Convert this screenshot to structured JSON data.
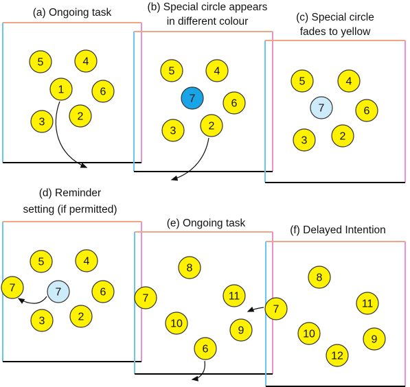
{
  "colors": {
    "circle_fill": "#fff200",
    "circle_stroke": "#333333",
    "special_fill": "#1aa4e8",
    "faded_fill": "#cdebf9",
    "border_top": "#f4a483",
    "border_left": "#67c6ee",
    "border_right": "#ee8fd0",
    "border_bottom": "#000000",
    "arrow": "#111111"
  },
  "panels": [
    {
      "id": "a",
      "caption_lines": [
        "(a) Ongoing task"
      ],
      "circles": [
        {
          "label": "5",
          "state": "normal"
        },
        {
          "label": "4",
          "state": "normal"
        },
        {
          "label": "1",
          "state": "normal"
        },
        {
          "label": "6",
          "state": "normal"
        },
        {
          "label": "3",
          "state": "normal"
        },
        {
          "label": "2",
          "state": "normal"
        }
      ]
    },
    {
      "id": "b",
      "caption_lines": [
        "(b) Special circle appears",
        "in different colour"
      ],
      "circles": [
        {
          "label": "5",
          "state": "normal"
        },
        {
          "label": "4",
          "state": "normal"
        },
        {
          "label": "7",
          "state": "special"
        },
        {
          "label": "6",
          "state": "normal"
        },
        {
          "label": "3",
          "state": "normal"
        },
        {
          "label": "2",
          "state": "normal"
        }
      ]
    },
    {
      "id": "c",
      "caption_lines": [
        "(c) Special circle",
        "fades to yellow"
      ],
      "circles": [
        {
          "label": "5",
          "state": "normal"
        },
        {
          "label": "4",
          "state": "normal"
        },
        {
          "label": "7",
          "state": "faded"
        },
        {
          "label": "6",
          "state": "normal"
        },
        {
          "label": "3",
          "state": "normal"
        },
        {
          "label": "2",
          "state": "normal"
        }
      ]
    },
    {
      "id": "d",
      "caption_lines": [
        "(d) Reminder",
        "setting (if permitted)"
      ],
      "circles": [
        {
          "label": "5",
          "state": "normal"
        },
        {
          "label": "4",
          "state": "normal"
        },
        {
          "label": "7",
          "state": "normal"
        },
        {
          "label": "7",
          "state": "faded"
        },
        {
          "label": "6",
          "state": "normal"
        },
        {
          "label": "3",
          "state": "normal"
        },
        {
          "label": "2",
          "state": "normal"
        }
      ]
    },
    {
      "id": "e",
      "caption_lines": [
        "(e) Ongoing task"
      ],
      "circles": [
        {
          "label": "8",
          "state": "normal"
        },
        {
          "label": "7",
          "state": "normal"
        },
        {
          "label": "11",
          "state": "normal"
        },
        {
          "label": "10",
          "state": "normal"
        },
        {
          "label": "9",
          "state": "normal"
        },
        {
          "label": "6",
          "state": "normal"
        }
      ]
    },
    {
      "id": "f",
      "caption_lines": [
        "(f) Delayed Intention"
      ],
      "circles": [
        {
          "label": "8",
          "state": "normal"
        },
        {
          "label": "7",
          "state": "normal"
        },
        {
          "label": "11",
          "state": "normal"
        },
        {
          "label": "10",
          "state": "normal"
        },
        {
          "label": "9",
          "state": "normal"
        },
        {
          "label": "12",
          "state": "normal"
        }
      ]
    }
  ]
}
